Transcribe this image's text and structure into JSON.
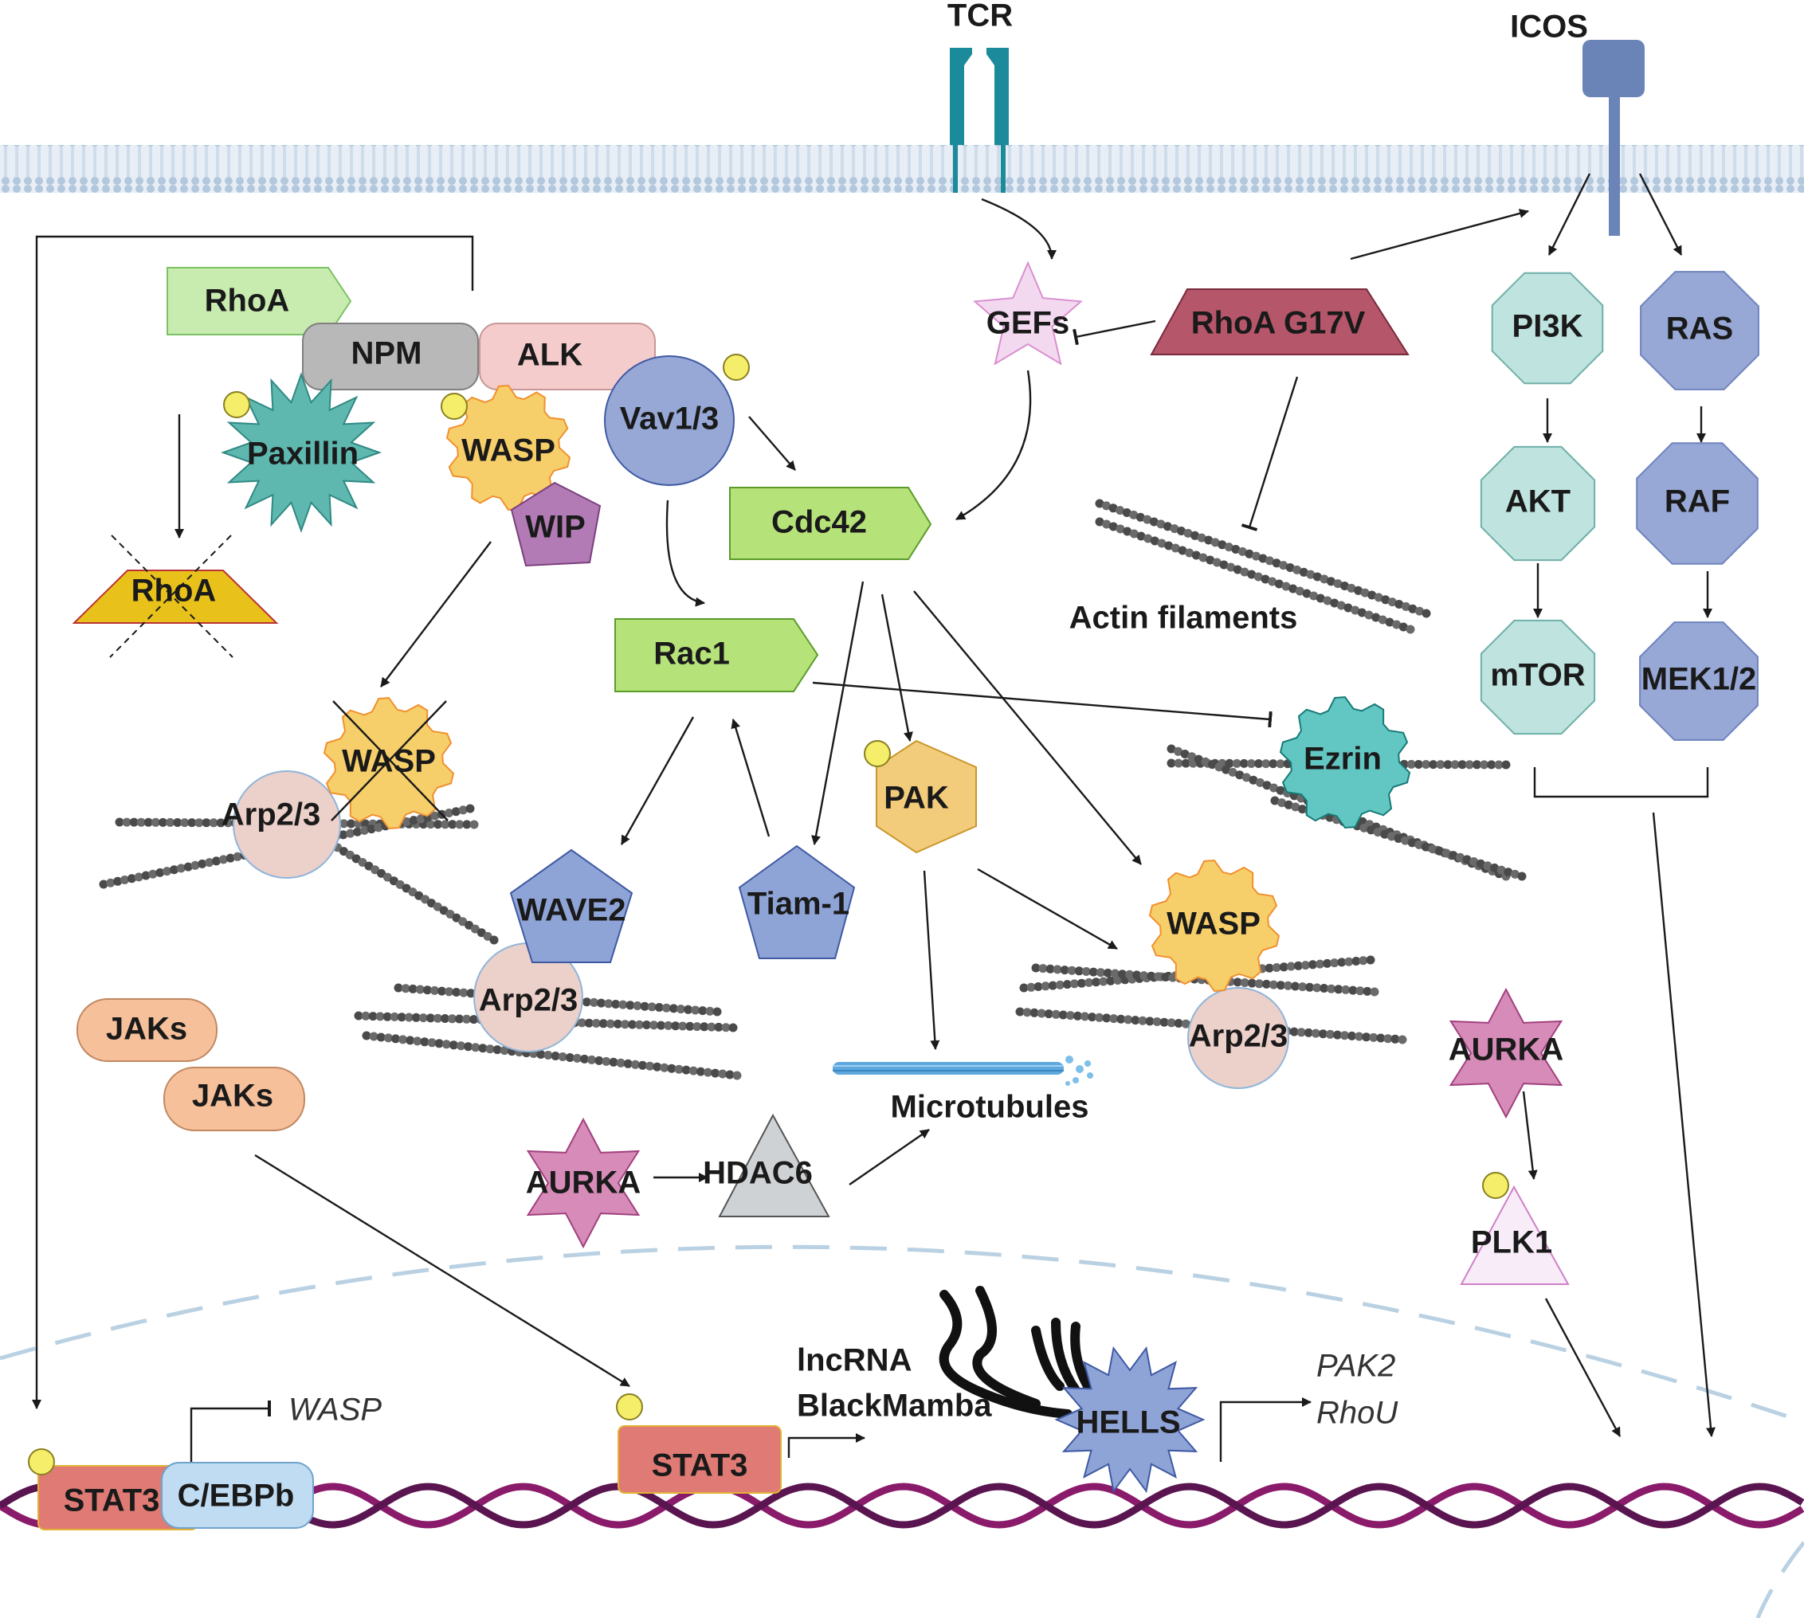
{
  "receptors": {
    "tcr": "TCR",
    "icos": "ICOS"
  },
  "proteins": {
    "rhoa_npm": "RhoA",
    "npm": "NPM",
    "alk": "ALK",
    "paxillin": "Paxillin",
    "wasp_top": "WASP",
    "wip": "WIP",
    "vav": "Vav1/3",
    "rhoa_crossed": "RhoA",
    "gefs": "GEFs",
    "rhoa_g17v": "RhoA G17V",
    "cdc42": "Cdc42",
    "rac1": "Rac1",
    "pi3k": "PI3K",
    "akt": "AKT",
    "mtor": "mTOR",
    "ras": "RAS",
    "raf": "RAF",
    "mek": "MEK1/2",
    "ezrin": "Ezrin",
    "pak": "PAK",
    "wasp_left": "WASP",
    "arp23_left": "Arp2/3",
    "wave2": "WAVE2",
    "arp23_mid": "Arp2/3",
    "tiam1": "Tiam-1",
    "wasp_right": "WASP",
    "arp23_right": "Arp2/3",
    "jaks_1": "JAKs",
    "jaks_2": "JAKs",
    "aurka_left": "AURKA",
    "hdac6": "HDAC6",
    "aurka_right": "AURKA",
    "plk1": "PLK1",
    "stat3_left": "STAT3",
    "cebpb": "C/EBPb",
    "stat3_mid": "STAT3",
    "hells": "HELLS"
  },
  "labels": {
    "actin_filaments": "Actin filaments",
    "microtubules": "Microtubules",
    "lncrna_line1": "lncRNA",
    "lncrna_line2": "BlackMamba"
  },
  "genes": {
    "wasp": "WASP",
    "pak2": "PAK2",
    "rhou": "RhoU"
  },
  "colors": {
    "membrane": "#b8cde0",
    "tcr": "#1b8a9a",
    "icos": "#6a84b8",
    "phospho": "#f5ee6a",
    "rhoa_green": "#c8ecb0",
    "bright_green": "#b6e27a",
    "npm_gray": "#b8b8b8",
    "alk_pink": "#f4cccc",
    "paxillin_teal": "#5fb8b0",
    "wasp_yellow": "#f7cf6a",
    "wip_purple": "#b37bb5",
    "vav_blue": "#97a8d6",
    "rhoa_crossed_yellow": "#e8c21b",
    "rhoa_g17v": "#b5566a",
    "gefs_pink": "#f3d9f0",
    "pi3k_pale": "#bfe3df",
    "ras_blue": "#97a8d6",
    "ezrin_teal": "#62c6c2",
    "pak_orange": "#f3cc7b",
    "arp_pink": "#ecd0ca",
    "wave_blue": "#8ea3d6",
    "jaks_orange": "#f6c09b",
    "aurka_pink": "#d68bb8",
    "hdac6_gray": "#cfd2d4",
    "plk1_pale": "#f7ecf7",
    "stat3_red": "#e07a74",
    "cebpb_blue": "#bfdcf3",
    "hells_blue": "#8ea3d6",
    "dna_purple": "#8a1a6a",
    "nucleus_dash": "#b9d1e2"
  }
}
